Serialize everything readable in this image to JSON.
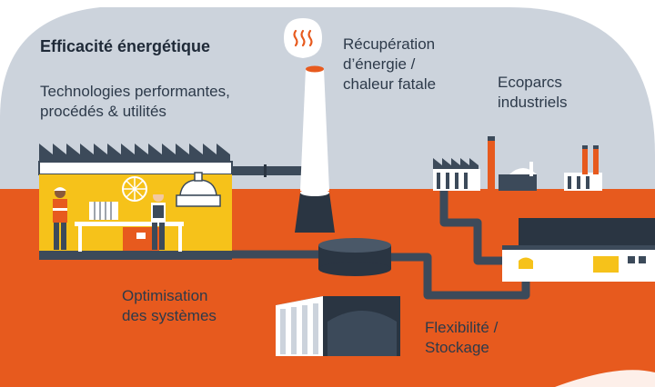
{
  "labels": {
    "title": "Efficacité énergétique",
    "technologies": "Technologies performantes,\nprocédés & utilités",
    "recuperation": "Récupération\nd’énergie /\nchaleur fatale",
    "ecoparcs": "Ecoparcs\nindustriels",
    "optimisation": "Optimisation\ndes systèmes",
    "flexibilite": "Flexibilité /\nStockage"
  },
  "colors": {
    "sky": "#ccd3dc",
    "ground": "#e75a1e",
    "dark": "#3c4a5a",
    "factory_yellow": "#f6c21a",
    "pipe": "#3c4a5a",
    "white": "#ffffff"
  },
  "icons": {
    "heat": "heat-waves-icon"
  }
}
